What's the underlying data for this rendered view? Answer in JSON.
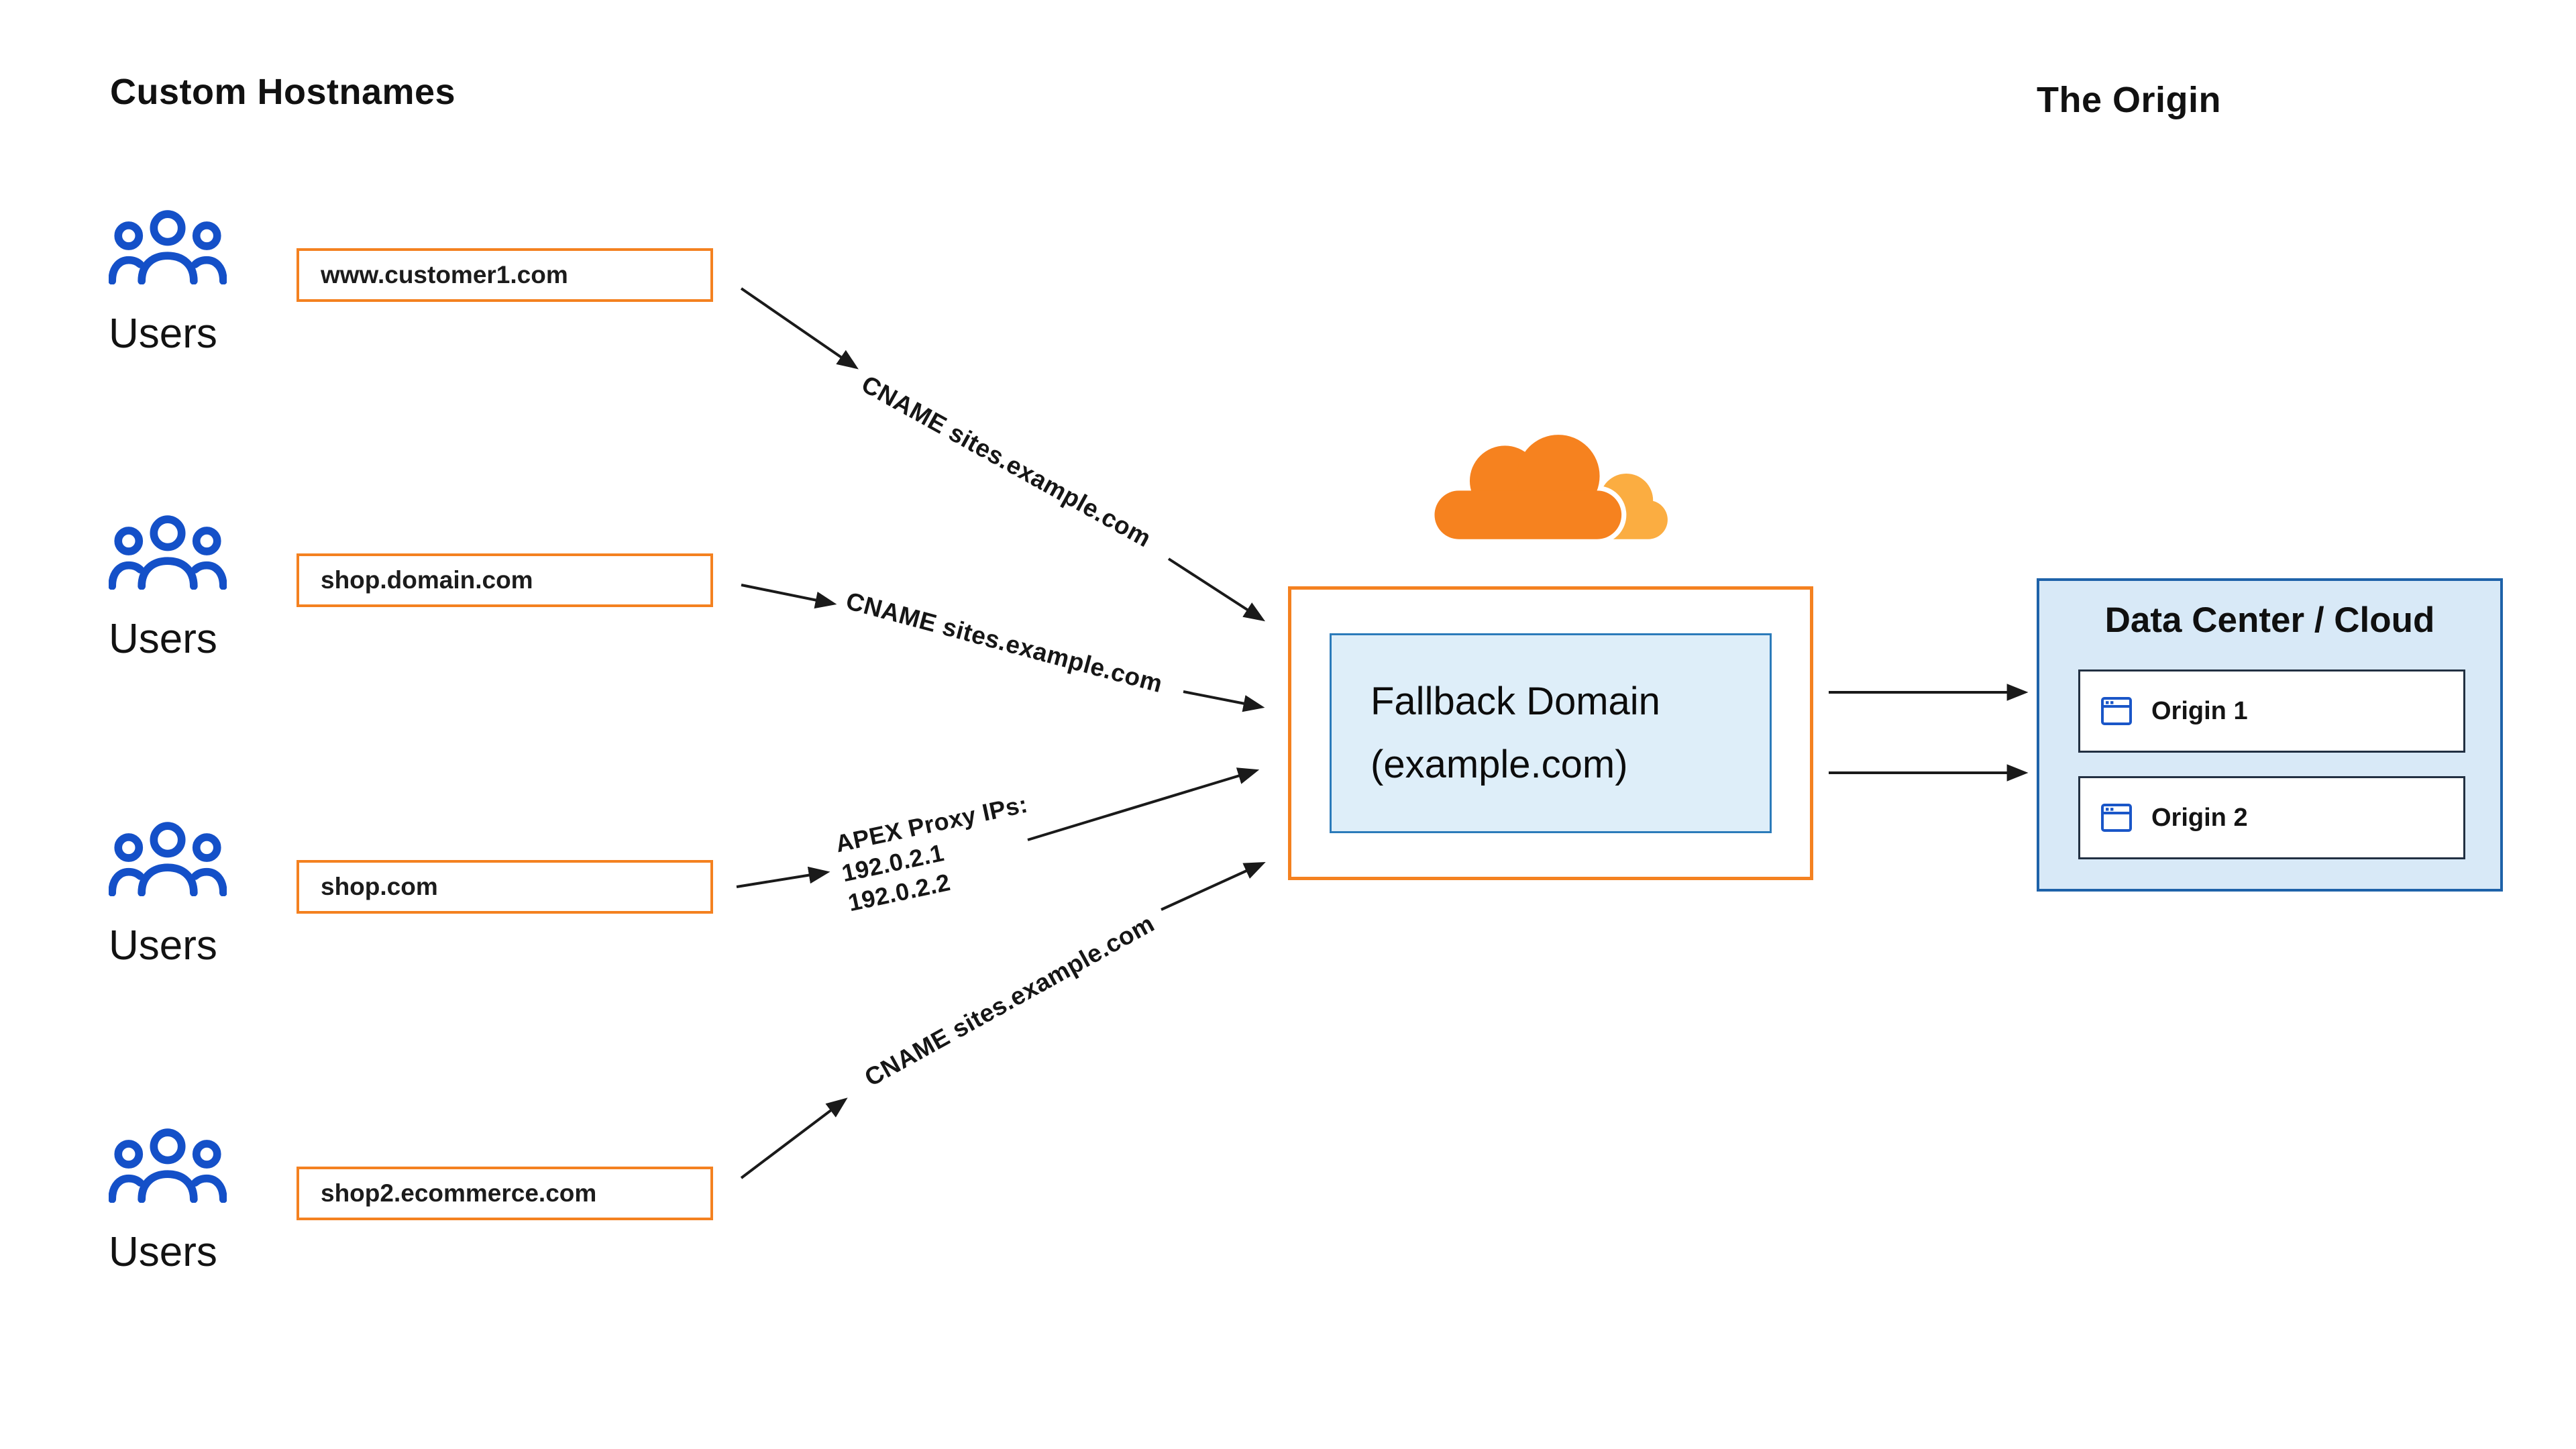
{
  "titles": {
    "left": "Custom Hostnames",
    "right": "The Origin"
  },
  "users_label": "Users",
  "hostnames": [
    {
      "label": "www.customer1.com"
    },
    {
      "label": "shop.domain.com"
    },
    {
      "label": "shop.com"
    },
    {
      "label": "shop2.ecommerce.com"
    }
  ],
  "connections": [
    {
      "type": "cname",
      "label": "CNAME sites.example.com"
    },
    {
      "type": "cname",
      "label": "CNAME sites.example.com"
    },
    {
      "type": "apex",
      "lines": [
        "APEX Proxy IPs:",
        "192.0.2.1",
        "192.0.2.2"
      ]
    },
    {
      "type": "cname",
      "label": "CNAME sites.example.com"
    }
  ],
  "fallback": {
    "line1": "Fallback Domain",
    "line2": "(example.com)"
  },
  "origin": {
    "title": "Data Center / Cloud",
    "items": [
      {
        "label": "Origin 1",
        "icon": "browser-window-icon"
      },
      {
        "label": "Origin 2",
        "icon": "browser-window-icon"
      }
    ]
  },
  "icons": {
    "users": "users-icon",
    "cloudflare": "cloudflare-logo",
    "origin_item": "browser-window-icon"
  },
  "colors": {
    "orange": "#F48120",
    "cf_orange": "#F6821F",
    "cf_light": "#FBAD41",
    "users_blue": "#1450C8",
    "inner_border": "#2B7BBA",
    "inner_fill": "#DEEEF9",
    "dc_fill": "#D8E9F7",
    "dc_border": "#1E62A9",
    "origin_border": "#223042",
    "icon_blue": "#1A56C8",
    "arrow": "#1A1A1A",
    "text": "#111111"
  }
}
